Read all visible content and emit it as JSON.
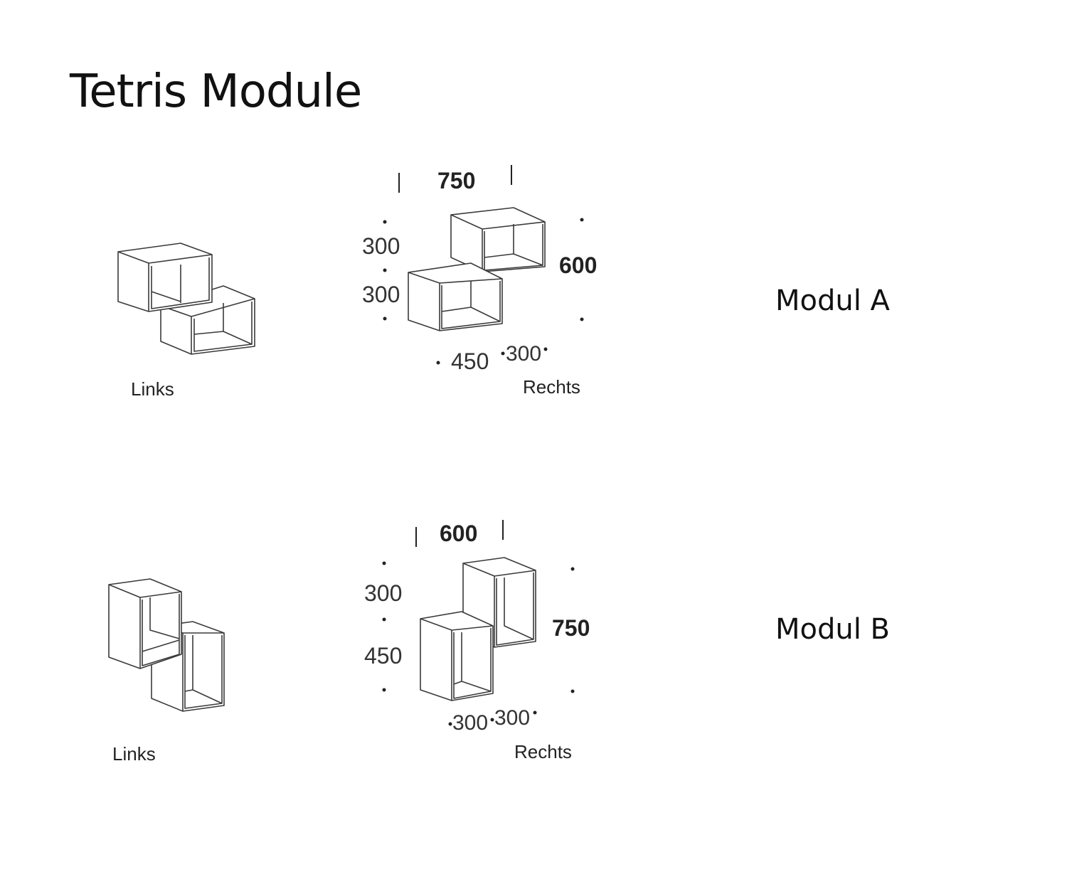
{
  "title": "Tetris Module",
  "modules": [
    {
      "name": "Modul A",
      "left_label": "Links",
      "right_label": "Rechts",
      "dimensions": {
        "top_width": "750",
        "left_upper": "300",
        "left_lower": "300",
        "right_height": "600",
        "bottom_left": "450",
        "bottom_right": "300"
      }
    },
    {
      "name": "Modul B",
      "left_label": "Links",
      "right_label": "Rechts",
      "dimensions": {
        "top_width": "600",
        "left_upper": "300",
        "left_lower": "450",
        "right_height": "750",
        "bottom_left": "300",
        "bottom_right": "300"
      }
    }
  ]
}
